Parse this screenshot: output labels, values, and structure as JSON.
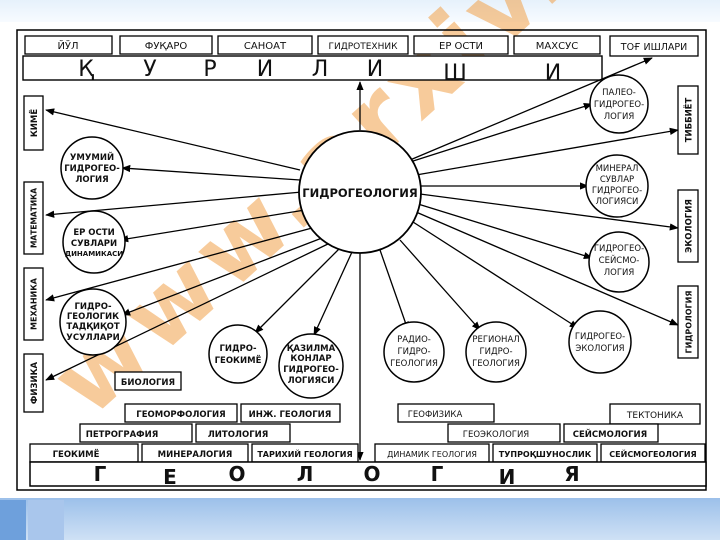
{
  "top_sectors": [
    "ЙЎЛ",
    "ФУҚАРО",
    "САНОАТ",
    "ГИДРОТЕХНИК",
    "ЕР ОСТИ",
    "МАХСУС"
  ],
  "mining": "ТОҒ ИШЛАРИ",
  "construction_letters": [
    "Қ",
    "У",
    "Р",
    "И",
    "Л",
    "И",
    "Ш",
    "И"
  ],
  "center": "ГИДРОГЕОЛОГИЯ",
  "left_sciences": [
    "КИМЁ",
    "МАТЕМАТИКА",
    "МЕХАНИКА",
    "ФИЗИКА"
  ],
  "right_sciences": [
    "ТИББИЁТ",
    "ЭКОЛОГИЯ",
    "ГИДРОЛОГИЯ"
  ],
  "circles": {
    "general": [
      "УМУМИЙ",
      "ГИДРОГЕО-",
      "ЛОГИЯ"
    ],
    "groundwater": [
      "ЕР ОСТИ",
      "СУВЛАРИ",
      "ДИНАМИКАСИ"
    ],
    "methods": [
      "ГИДРО-",
      "ГЕОЛОГИК",
      "ТАДҚИҚОТ",
      "УСУЛЛАРИ"
    ],
    "geochem": [
      "ГИДРО-",
      "ГЕОКИМЁ"
    ],
    "minedeposits": [
      "ҚАЗИЛМА",
      "КОНЛАР",
      "ГИДРОГЕО-",
      "ЛОГИЯСИ"
    ],
    "radio": [
      "РАДИО-",
      "ГИДРО-",
      "ГЕОЛОГИЯ"
    ],
    "regional": [
      "РЕГИОНАЛ",
      "ГИДРО-",
      "ГЕОЛОГИЯ"
    ],
    "ecology": [
      "ГИДРОГЕО-",
      "ЭКОЛОГИЯ"
    ],
    "seismo": [
      "ГИДРОГЕО-",
      "СЕЙСМО-",
      "ЛОГИЯ"
    ],
    "mineral": [
      "МИНЕРАЛ",
      "СУВЛАР",
      "ГИДРОГЕО-",
      "ЛОГИЯСИ"
    ],
    "paleo": [
      "ПАЛЕО-",
      "ГИДРОГЕО-",
      "ЛОГИЯ"
    ]
  },
  "geo_left": {
    "biology": "БИОЛОГИЯ",
    "geomorphology": "ГЕОМОРФОЛОГИЯ",
    "eng_geology": "ИНЖ. ГЕОЛОГИЯ",
    "petrography": "ПЕТРОГРАФИЯ",
    "lithology": "ЛИТОЛОГИЯ",
    "geochemistry": "ГЕОКИМЁ",
    "mineralogy": "МИНЕРАЛОГИЯ",
    "historical": "ТАРИХИЙ ГЕОЛОГИЯ"
  },
  "geo_right": {
    "geophysics": "ГЕОФИЗИКА",
    "tectonics": "ТЕКТОНИКА",
    "geoecology": "ГЕОЭКОЛОГИЯ",
    "seismology": "СЕЙСМОЛОГИЯ",
    "dynamic": "ДИНАМИК ГЕОЛОГИЯ",
    "soil": "ТУПРОҚШУНОСЛИК",
    "seismogeology": "СЕЙСМОГЕОЛОГИЯ"
  },
  "geology_letters": [
    "Г",
    "Е",
    "О",
    "Л",
    "О",
    "Г",
    "И",
    "Я"
  ],
  "watermark": "www.arxiv.uz"
}
